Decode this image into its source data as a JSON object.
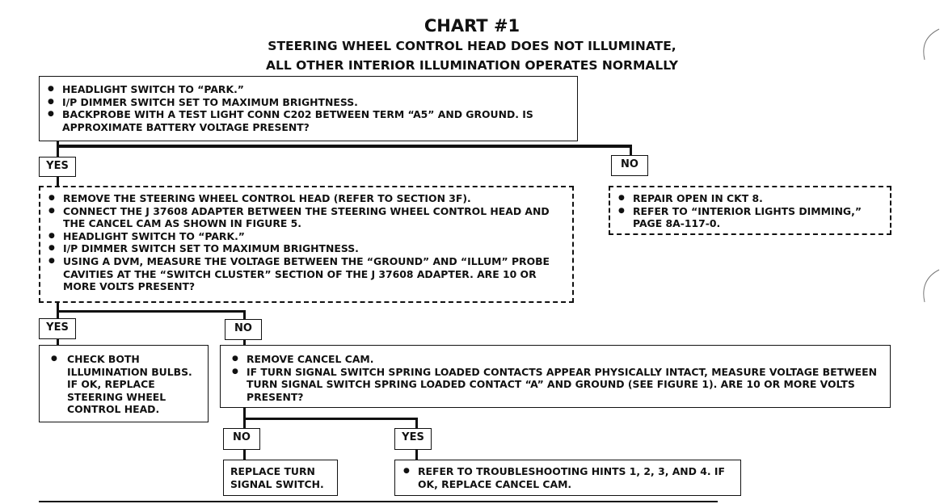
{
  "chart": {
    "title": "CHART #1",
    "subtitle_line1": "STEERING WHEEL CONTROL HEAD DOES NOT ILLUMINATE,",
    "subtitle_line2": "ALL OTHER INTERIOR ILLUMINATION OPERATES NORMALLY"
  },
  "step1": {
    "items": [
      "HEADLIGHT SWITCH TO “PARK.”",
      "I/P DIMMER SWITCH SET TO MAXIMUM BRIGHTNESS.",
      "BACKPROBE WITH A TEST LIGHT CONN C202 BETWEEN TERM “A5” AND GROUND. IS APPROXIMATE BATTERY VOLTAGE PRESENT?"
    ]
  },
  "labels": {
    "yes": "YES",
    "no": "NO"
  },
  "step2_yes": {
    "items": [
      "REMOVE THE STEERING WHEEL CONTROL HEAD (REFER TO SECTION 3F).",
      "CONNECT THE J 37608 ADAPTER BETWEEN THE STEERING WHEEL CONTROL HEAD AND THE CANCEL CAM AS SHOWN IN FIGURE 5.",
      "HEADLIGHT SWITCH TO “PARK.”",
      "I/P DIMMER SWITCH SET TO MAXIMUM BRIGHTNESS.",
      "USING A DVM, MEASURE THE VOLTAGE BETWEEN THE “GROUND” AND “ILLUM” PROBE CAVITIES AT THE “SWITCH CLUSTER” SECTION OF THE J 37608 ADAPTER. ARE 10 OR MORE VOLTS PRESENT?"
    ]
  },
  "step2_no": {
    "items": [
      "REPAIR OPEN IN CKT 8.",
      "REFER TO “INTERIOR LIGHTS DIMMING,” PAGE 8A-117-0."
    ]
  },
  "step3_yes": {
    "items": [
      "CHECK BOTH ILLUMINATION BULBS. IF OK, REPLACE STEERING WHEEL CONTROL HEAD."
    ]
  },
  "step3_no": {
    "items": [
      "REMOVE CANCEL CAM.",
      "IF TURN SIGNAL SWITCH SPRING LOADED CONTACTS APPEAR PHYSICALLY INTACT, MEASURE VOLTAGE BETWEEN TURN SIGNAL SWITCH SPRING LOADED CONTACT “A” AND GROUND (SEE FIGURE 1). ARE 10 OR MORE VOLTS PRESENT?"
    ]
  },
  "step4_no": {
    "text": "REPLACE TURN SIGNAL SWITCH."
  },
  "step4_yes": {
    "items": [
      "REFER TO TROUBLESHOOTING HINTS 1, 2, 3, AND 4. IF OK, REPLACE CANCEL CAM."
    ]
  }
}
